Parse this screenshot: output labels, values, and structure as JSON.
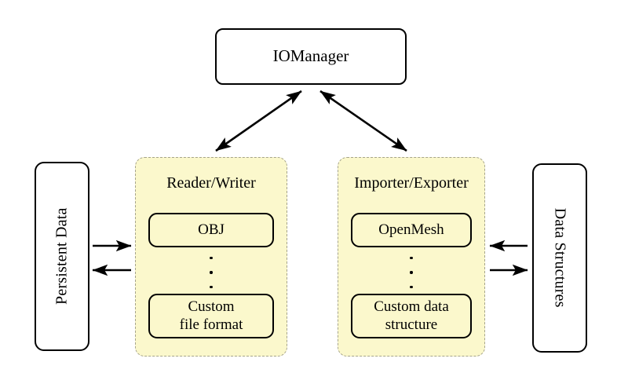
{
  "diagram": {
    "title_node": {
      "label": "IOManager"
    },
    "left_store": {
      "label": "Persistent Data"
    },
    "right_store": {
      "label": "Data Structures"
    },
    "groups": [
      {
        "title": "Reader/Writer",
        "top_item": "OBJ",
        "ellipsis": "⋮",
        "bottom_item_line1": "Custom",
        "bottom_item_line2": "file format"
      },
      {
        "title": "Importer/Exporter",
        "top_item": "OpenMesh",
        "ellipsis": "⋮",
        "bottom_item_line1": "Custom data",
        "bottom_item_line2": "structure"
      }
    ],
    "arrows": [
      {
        "name": "iomanager-to-readerwriter",
        "style": "double-headed",
        "from": "IOManager",
        "to": "Reader/Writer"
      },
      {
        "name": "iomanager-to-importerexporter",
        "style": "double-headed",
        "from": "IOManager",
        "to": "Importer/Exporter"
      },
      {
        "name": "persistentdata-to-readerwriter",
        "style": "single-headed-right",
        "from": "Persistent Data",
        "to": "Reader/Writer"
      },
      {
        "name": "readerwriter-to-persistentdata",
        "style": "single-headed-left",
        "from": "Reader/Writer",
        "to": "Persistent Data"
      },
      {
        "name": "datastructures-to-importerexporter",
        "style": "single-headed-left",
        "from": "Data Structures",
        "to": "Importer/Exporter"
      },
      {
        "name": "importerexporter-to-datastructures",
        "style": "single-headed-right",
        "from": "Importer/Exporter",
        "to": "Data Structures"
      }
    ],
    "colors": {
      "group_fill": "#fbf8cc",
      "group_border": "#a6a48b",
      "node_border": "#000000",
      "background": "#ffffff"
    }
  }
}
